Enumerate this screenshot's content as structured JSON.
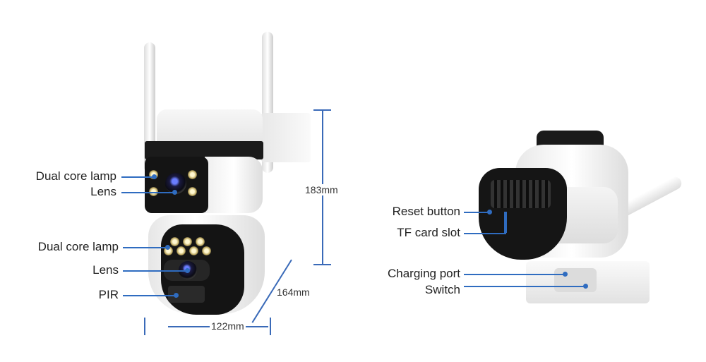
{
  "left_labels": {
    "lamp_top": "Dual core lamp",
    "lens_top": "Lens",
    "lamp_bottom": "Dual core lamp",
    "lens_bottom": "Lens",
    "pir": "PIR"
  },
  "dimensions": {
    "height": "183mm",
    "depth": "164mm",
    "width": "122mm"
  },
  "right_labels": {
    "reset": "Reset button",
    "tf": "TF card slot",
    "charging": "Charging port",
    "switch": "Switch"
  },
  "colors": {
    "callout": "#2f6cc0",
    "body": "#f2f2f2",
    "face": "#141414"
  }
}
